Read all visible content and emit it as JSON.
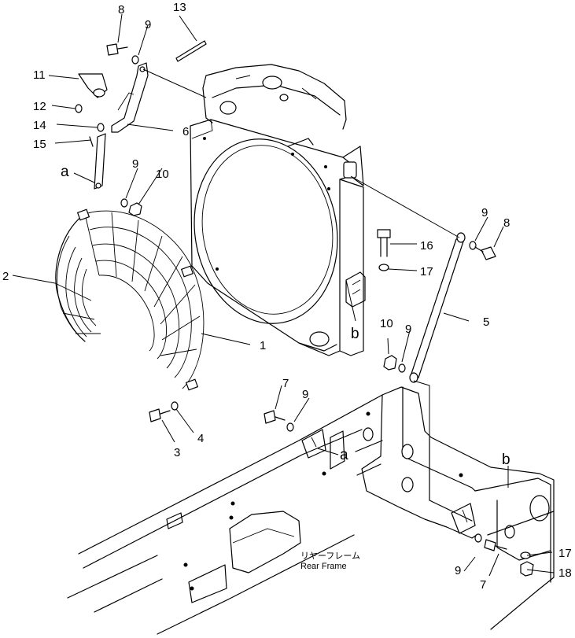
{
  "callouts": {
    "c1": "1",
    "c2": "2",
    "c3": "3",
    "c4": "4",
    "c5": "5",
    "c6": "6",
    "c7a": "7",
    "c7b": "7",
    "c8a": "8",
    "c8b": "8",
    "c9a": "9",
    "c9b": "9",
    "c9c": "9",
    "c9d": "9",
    "c9e": "9",
    "c9f": "9",
    "c10a": "10",
    "c10b": "10",
    "c11": "11",
    "c12": "12",
    "c13": "13",
    "c14": "14",
    "c15": "15",
    "c16": "16",
    "c17a": "17",
    "c17b": "17",
    "c18": "18"
  },
  "refs": {
    "a1": "a",
    "a2": "a",
    "b1": "b",
    "b2": "b"
  },
  "frame_label": {
    "jp": "リヤーフレーム",
    "en": "Rear Frame"
  }
}
